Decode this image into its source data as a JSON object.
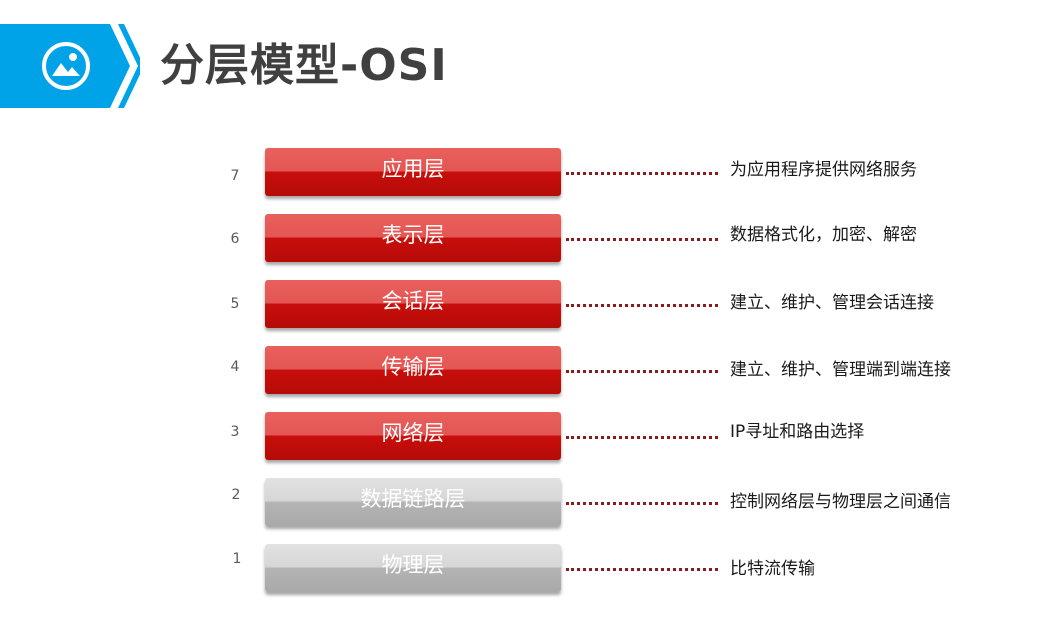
{
  "header": {
    "title": "分层模型-OSI",
    "icon": "image-icon",
    "accent_color": "#00a2e8"
  },
  "layers": [
    {
      "number": "7",
      "name": "应用层",
      "description": "为应用程序提供网络服务",
      "color": "red"
    },
    {
      "number": "6",
      "name": "表示层",
      "description": "数据格式化，加密、解密",
      "color": "red"
    },
    {
      "number": "5",
      "name": "会话层",
      "description": "建立、维护、管理会话连接",
      "color": "red"
    },
    {
      "number": "4",
      "name": "传输层",
      "description": "建立、维护、管理端到端连接",
      "color": "red"
    },
    {
      "number": "3",
      "name": "网络层",
      "description": "IP寻址和路由选择",
      "color": "red"
    },
    {
      "number": "2",
      "name": "数据链路层",
      "description": "控制网络层与物理层之间通信",
      "color": "grey"
    },
    {
      "number": "1",
      "name": "物理层",
      "description": "比特流传输",
      "color": "grey"
    }
  ],
  "colors": {
    "red_bar": "#c80e0a",
    "grey_bar": "#b4b4b4",
    "connector": "#8b1a1a"
  }
}
